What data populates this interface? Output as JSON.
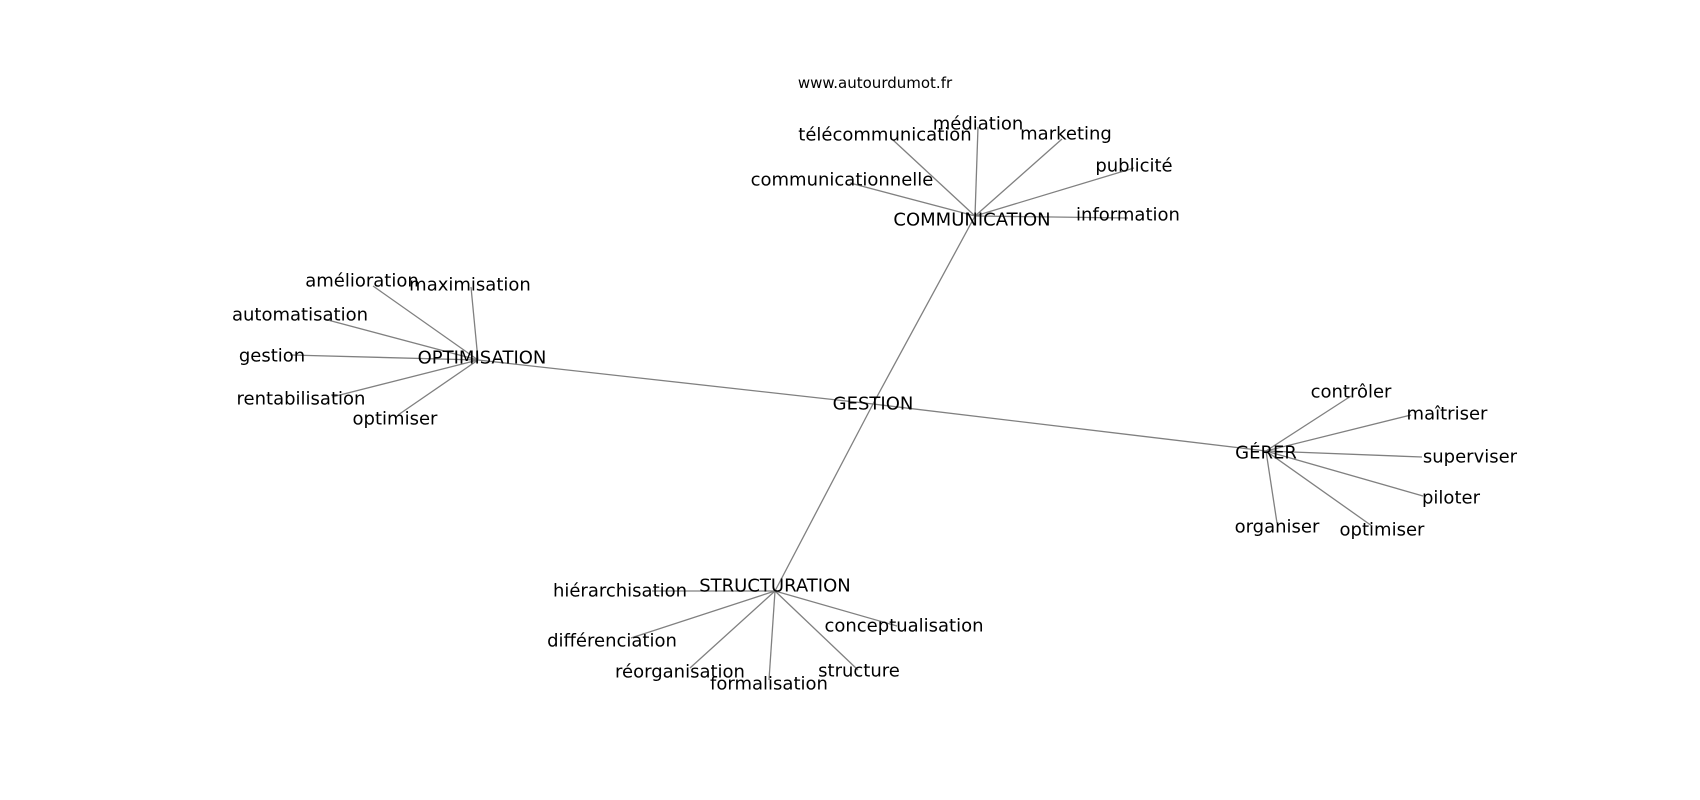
{
  "source": "www.autourdumot.fr",
  "center": {
    "id": "gestion",
    "label": "GESTION"
  },
  "hubs": [
    {
      "id": "communication",
      "label": "COMMUNICATION",
      "leaves": [
        "télécommunication",
        "médiation",
        "marketing",
        "publicité",
        "information",
        "communicationnelle"
      ]
    },
    {
      "id": "optimisation",
      "label": "OPTIMISATION",
      "leaves": [
        "amélioration",
        "maximisation",
        "automatisation",
        "gestion",
        "rentabilisation",
        "optimiser"
      ]
    },
    {
      "id": "gerer",
      "label": "GÉRER",
      "leaves": [
        "contrôler",
        "maîtriser",
        "superviser",
        "piloter",
        "optimiser",
        "organiser"
      ]
    },
    {
      "id": "structuration",
      "label": "STRUCTURATION",
      "leaves": [
        "hiérarchisation",
        "différenciation",
        "réorganisation",
        "formalisation",
        "structure",
        "conceptualisation"
      ]
    }
  ]
}
